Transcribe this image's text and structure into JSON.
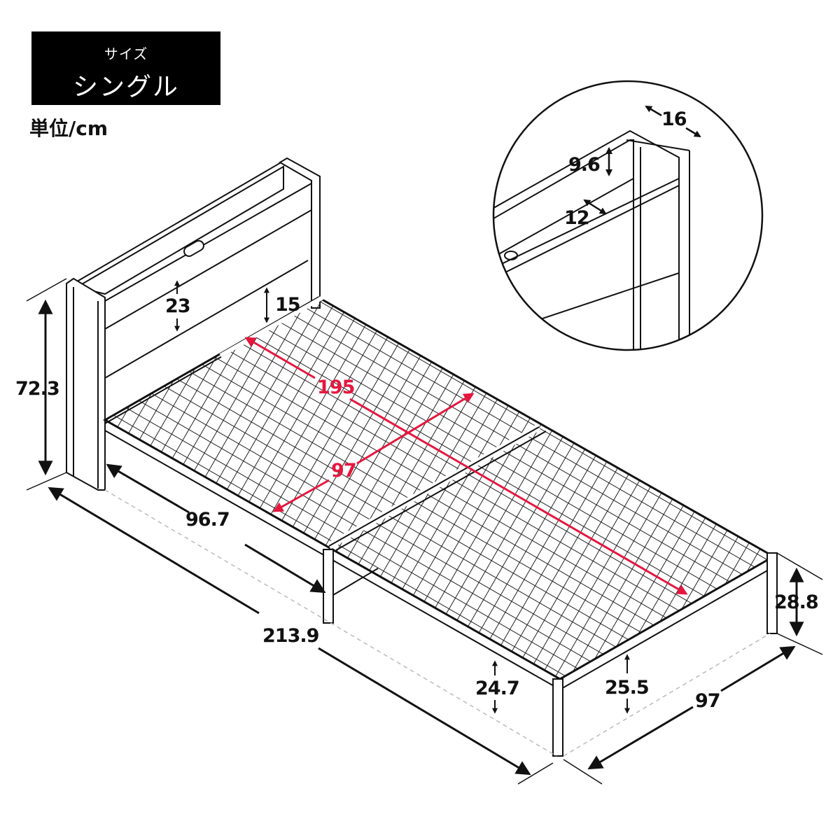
{
  "header": {
    "size_label": "サイズ",
    "size_value": "シングル",
    "unit_label": "単位/cm"
  },
  "colors": {
    "line": "#111111",
    "accent_red": "#e5173f",
    "dashed": "#bbbbbb",
    "label_bg": "#000000"
  },
  "dimensions": {
    "total_height": "72.3",
    "headboard_panel": "23",
    "headboard_lower_gap": "15",
    "inner_length": "195",
    "inner_width": "97",
    "half_length": "96.7",
    "total_length": "213.9",
    "footboard_height": "28.8",
    "side_clearance": "24.7",
    "end_clearance": "25.5",
    "total_width": "97"
  },
  "detail": {
    "shelf_depth_top": "16",
    "shelf_height": "9.6",
    "shelf_depth": "12"
  }
}
